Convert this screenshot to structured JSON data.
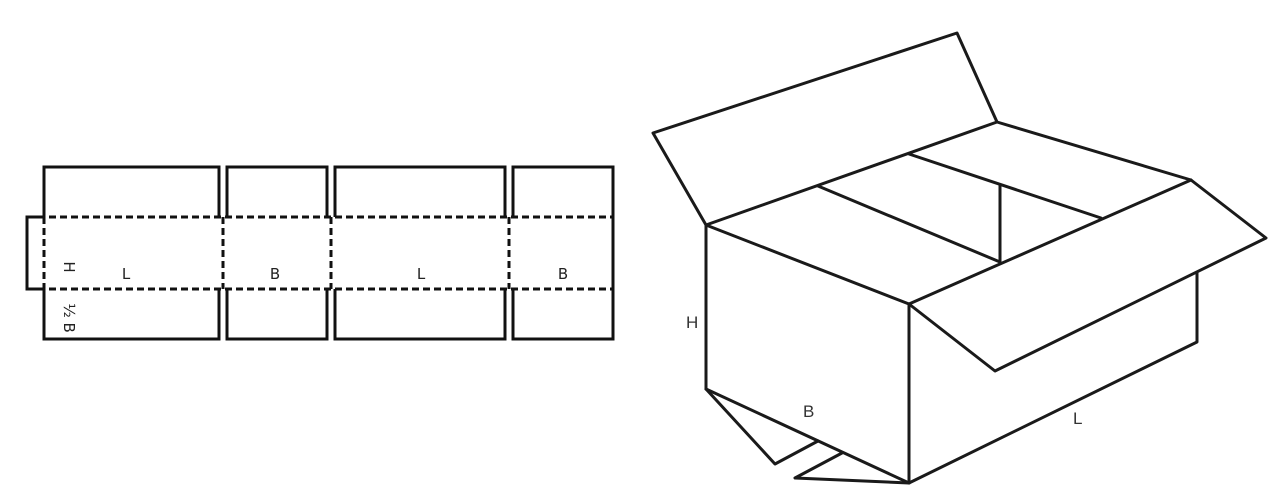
{
  "diagram": {
    "type": "regular slotted carton (RSC) box",
    "stroke_color": "#111111",
    "background": "#ffffff"
  },
  "flat_net": {
    "panels": [
      {
        "id": "glue-flap",
        "label": ""
      },
      {
        "id": "panel-1",
        "label": "L"
      },
      {
        "id": "panel-2",
        "label": "B"
      },
      {
        "id": "panel-3",
        "label": "L"
      },
      {
        "id": "panel-4",
        "label": "B"
      }
    ],
    "dimension_labels": {
      "height": "H",
      "flap": "½ B",
      "length_1": "L",
      "breadth_1": "B",
      "length_2": "L",
      "breadth_2": "B"
    }
  },
  "box_3d": {
    "labels": {
      "height": "H",
      "breadth": "B",
      "length": "L"
    }
  }
}
